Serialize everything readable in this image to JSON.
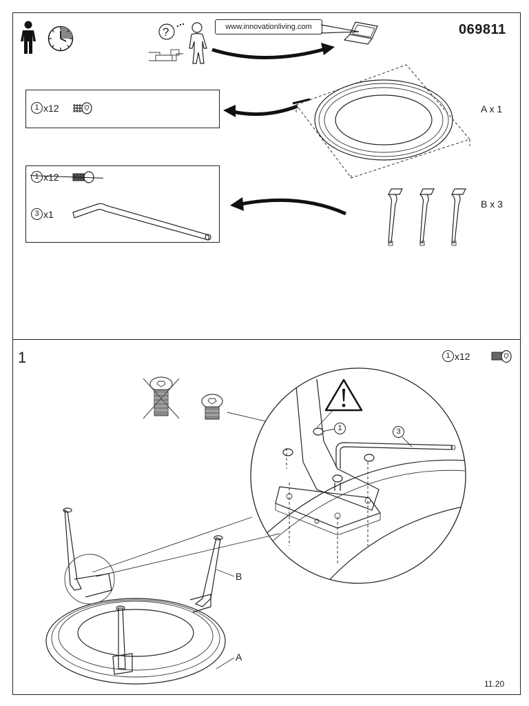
{
  "header": {
    "product_code": "069811",
    "website": "www.innovationliving.com"
  },
  "parts_panel": {
    "screw_part": {
      "number": "1",
      "qty": "x12"
    },
    "wrench_part": {
      "number": "3",
      "qty": "x1"
    },
    "component_a": "A x 1",
    "component_b": "B x 3"
  },
  "step1": {
    "step_number": "1",
    "hardware": {
      "number": "1",
      "qty": "x12"
    },
    "callout_screw": "1",
    "callout_wrench": "3",
    "label_leg": "B",
    "label_frame": "A"
  },
  "footer": {
    "version": "11.20"
  },
  "icons": {
    "person": "person-icon",
    "clock": "clock-icon",
    "help": "question-icon",
    "laptop": "laptop-icon",
    "warning": "warning-icon",
    "screw": "screw-icon",
    "hex_key": "hex-key-icon"
  }
}
